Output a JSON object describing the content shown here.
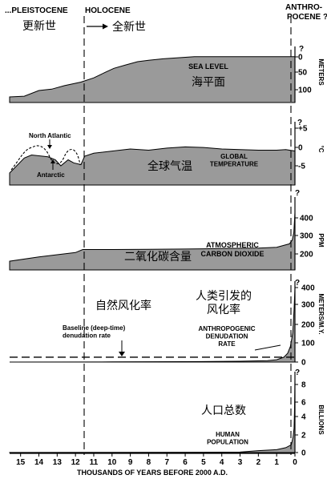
{
  "header": {
    "pleistocene": "...PLEISTOCENE",
    "pleistocene_zh": "更新世",
    "holocene": "HOLOCENE",
    "holocene_zh": "全新世",
    "anthropocene_1": "ANTHRO-",
    "anthropocene_2": "POCENE ?"
  },
  "colors": {
    "fill": "#9a9a9a",
    "ink": "#000000",
    "background": "#ffffff"
  },
  "chart_data": [
    {
      "type": "area",
      "id": "sea_level",
      "label": "SEA LEVEL",
      "label_zh": "海平面",
      "ylabel": "METERS",
      "yticks": [
        "0",
        "50",
        "100"
      ],
      "ylim": [
        -20,
        130
      ],
      "y_inverted": true,
      "qmark": "?",
      "x": [
        15.6,
        14.8,
        14.0,
        13.3,
        12.6,
        11.7,
        11.0,
        10.4,
        9.9,
        9.3,
        8.6,
        8.0,
        7.2,
        5.5,
        3.0,
        1.0,
        0.0
      ],
      "values": [
        114,
        112,
        96,
        92,
        82,
        72,
        60,
        45,
        33,
        24,
        14,
        10,
        6,
        0,
        0,
        0,
        0
      ]
    },
    {
      "type": "area",
      "id": "global_temperature",
      "label": "GLOBAL\nTEMPERATURE",
      "label_zh": "全球气温",
      "ylabel": "°C",
      "yticks": [
        "+5",
        "0",
        "-5"
      ],
      "ylim": [
        -11,
        9
      ],
      "qmark": "?",
      "annotations": [
        "North Atlantic",
        "Antarctic"
      ],
      "x": [
        15.6,
        14.8,
        14.4,
        13.5,
        13.1,
        12.8,
        12.4,
        12.1,
        11.7,
        11.5,
        11.0,
        10.0,
        9.0,
        8.0,
        7.0,
        6.0,
        5.0,
        4.0,
        3.0,
        2.0,
        1.0,
        0.5,
        0.0
      ],
      "values": [
        -7,
        -2,
        -1,
        -1.6,
        -2.6,
        -4.6,
        -2.6,
        -3.6,
        -4.2,
        -1.4,
        -0.4,
        0.3,
        1,
        0.6,
        1.3,
        1.7,
        1.5,
        1,
        0.8,
        0.6,
        0.6,
        0.8,
        0.3
      ]
    },
    {
      "type": "area",
      "id": "co2",
      "label": "ATMOSPHERIC\nCARBON DIOXIDE",
      "label_zh": "二氧化碳含量",
      "ylabel": "PPM",
      "yticks": [
        "400",
        "300",
        "200"
      ],
      "ylim": [
        180,
        460
      ],
      "qmark": "?",
      "x": [
        15.6,
        14.0,
        12.0,
        11.6,
        10.0,
        8.0,
        6.0,
        4.0,
        2.0,
        1.0,
        0.3,
        0.15,
        0.06,
        0.0
      ],
      "values": [
        215,
        232,
        250,
        262,
        262,
        263,
        264,
        266,
        268,
        271,
        285,
        300,
        330,
        410
      ]
    },
    {
      "type": "area",
      "id": "denudation",
      "label": "ANTHROPOGENIC\nDENUDATION\nRATE",
      "label_zh": "人类引发的\n风化率",
      "baseline_label": "Baseline (deep-time)\ndenudation rate",
      "baseline_zh": "自然风化率",
      "baseline_value": 25,
      "ylabel": "METERS/M.Y.",
      "yticks": [
        "400",
        "300",
        "200",
        "100",
        "0"
      ],
      "ylim": [
        0,
        400
      ],
      "qmark": "?",
      "x": [
        15.6,
        10.0,
        6.0,
        3.0,
        1.5,
        1.0,
        0.6,
        0.4,
        0.25,
        0.12,
        0.05,
        0.0
      ],
      "values": [
        0,
        1,
        2,
        4,
        7,
        12,
        25,
        45,
        80,
        150,
        270,
        380
      ]
    },
    {
      "type": "area",
      "id": "population",
      "label": "HUMAN\nPOPULATION",
      "label_zh": "人口总数",
      "ylabel": "BILLIONS",
      "yticks": [
        "8",
        "6",
        "4",
        "2",
        "0"
      ],
      "ylim": [
        0,
        8
      ],
      "qmark": "?",
      "x": [
        15.6,
        10.0,
        5.0,
        3.0,
        2.0,
        1.0,
        0.5,
        0.2,
        0.1,
        0.05,
        0.02,
        0.0
      ],
      "values": [
        0.01,
        0.02,
        0.03,
        0.05,
        0.2,
        0.3,
        0.5,
        0.8,
        1.6,
        2.5,
        4.5,
        7.4
      ]
    }
  ],
  "x_axis": {
    "ticks": [
      "15",
      "14",
      "13",
      "12",
      "11",
      "10",
      "9",
      "8",
      "7",
      "6",
      "5",
      "4",
      "3",
      "2",
      "1",
      "0"
    ],
    "label": "THOUSANDS OF YEARS BEFORE 2000 A.D."
  }
}
